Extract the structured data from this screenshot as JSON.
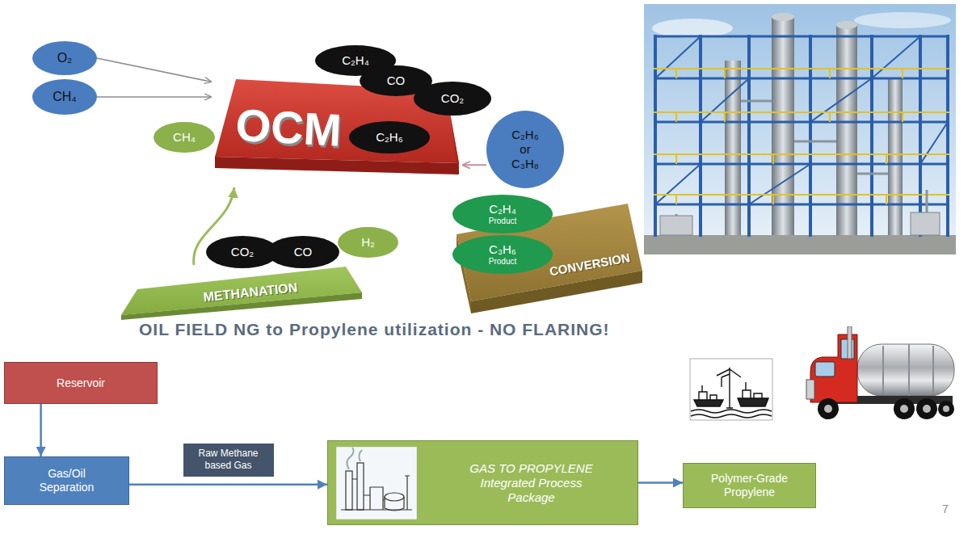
{
  "diagram": {
    "title": "OIL FIELD NG to Propylene utilization - NO FLARING!",
    "nodes": [
      {
        "text": [
          "O₂"
        ]
      },
      {
        "text": [
          "CH₄"
        ]
      },
      {
        "text": [
          "OCM"
        ]
      },
      {
        "text": [
          "C₂H₄"
        ]
      },
      {
        "text": [
          "CO"
        ]
      },
      {
        "text": [
          "CO₂"
        ]
      },
      {
        "text": [
          "C₂H₆"
        ]
      },
      {
        "text": [
          "CH₄"
        ]
      },
      {
        "text": [
          "C₂H₆ or C₃H₈"
        ]
      },
      {
        "text": [
          "CONVERSION"
        ]
      },
      {
        "text": [
          "C₂H₄",
          "Product"
        ]
      },
      {
        "text": [
          "C₃H₆",
          "Product"
        ]
      },
      {
        "text": [
          "METHANATION"
        ]
      },
      {
        "text": [
          "CO₂"
        ]
      },
      {
        "text": [
          "CO"
        ]
      },
      {
        "text": [
          "H₂"
        ]
      },
      {
        "text": [
          "Reservoir"
        ]
      },
      {
        "text": [
          "Gas/Oil Separation"
        ]
      },
      {
        "text": [
          "GAS TO PROPYLENE Integrated Process Package"
        ]
      },
      {
        "text": [
          "Polymer-Grade Propylene"
        ]
      }
    ],
    "edges": [
      {
        "from": 0,
        "to": 2,
        "arrow": "to"
      },
      {
        "from": 1,
        "to": 2,
        "arrow": "to"
      },
      {
        "from": 8,
        "to": 2,
        "arrow": "to"
      },
      {
        "from": 12,
        "to": 2,
        "arrow": "to"
      },
      {
        "from": 16,
        "to": 17,
        "arrow": "to"
      },
      {
        "from": 17,
        "to": 18,
        "label": "Raw Methane based Gas",
        "arrow": "to"
      },
      {
        "from": 18,
        "to": 19,
        "arrow": "to"
      }
    ],
    "labels": [
      "7"
    ]
  }
}
